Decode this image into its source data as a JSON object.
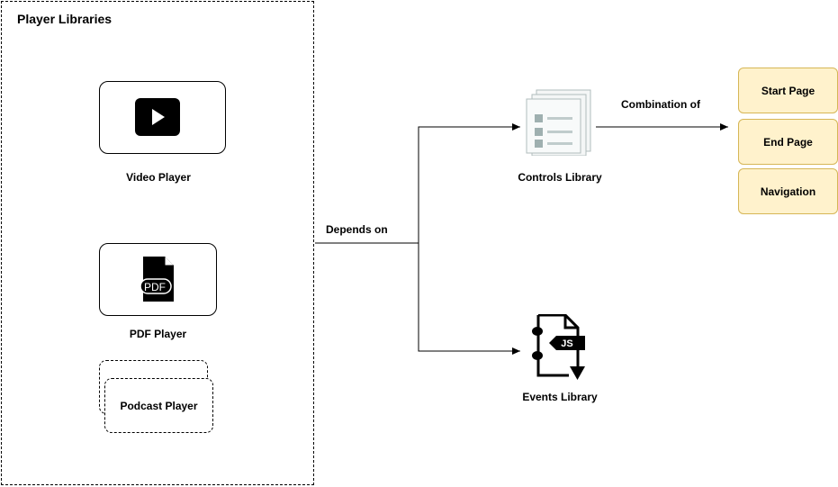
{
  "container": {
    "title": "Player Libraries"
  },
  "players": {
    "video": "Video Player",
    "pdf": "PDF Player",
    "pdf_icon_text": "PDF",
    "podcast": "Podcast Player"
  },
  "edges": {
    "depends_on": "Depends on",
    "combination_of": "Combination of"
  },
  "libraries": {
    "controls": "Controls Library",
    "events": "Events Library",
    "js_icon_text": "JS"
  },
  "controls_parts": [
    "Start Page",
    "End Page",
    "Navigation"
  ],
  "colors": {
    "part_fill": "#fff2cc",
    "part_border": "#d6b656"
  }
}
